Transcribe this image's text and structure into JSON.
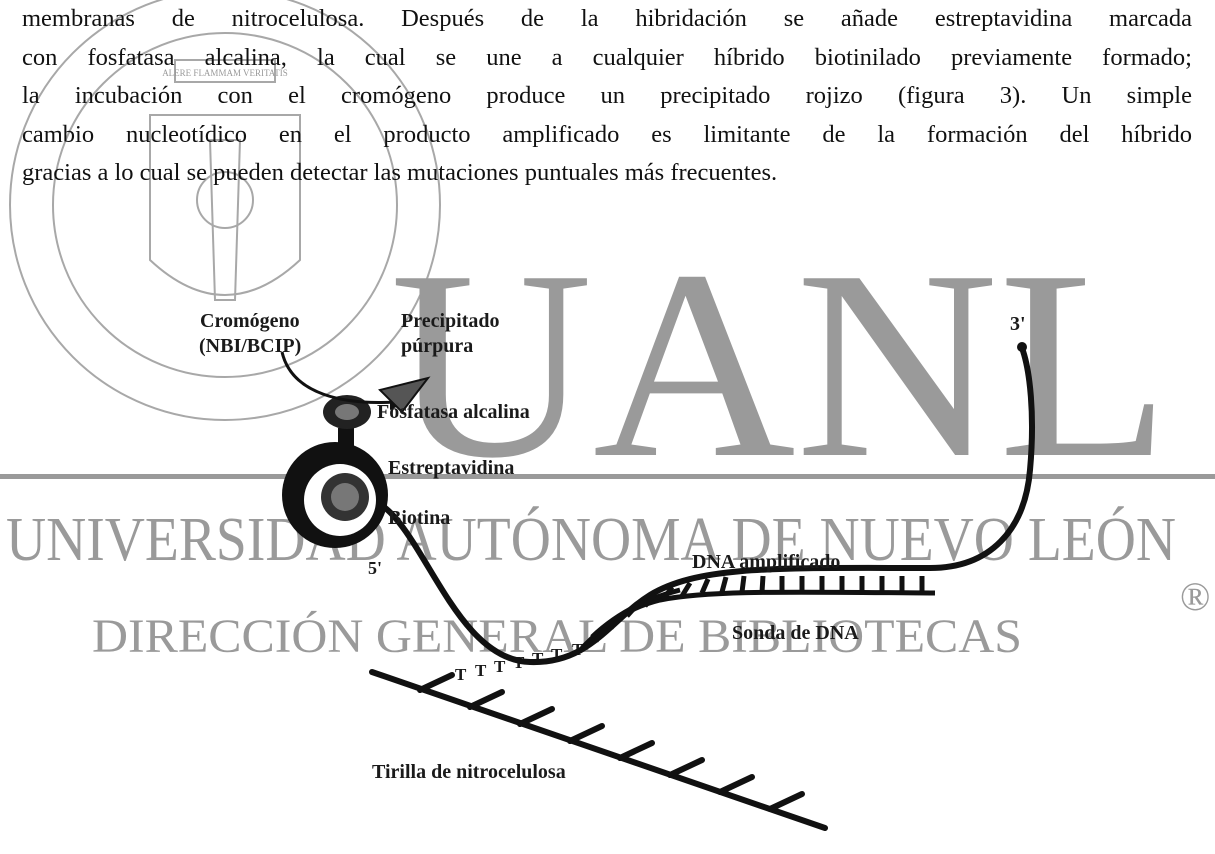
{
  "paragraph": {
    "lines": [
      "membranas de nitrocelulosa. Después de la hibridación se añade estreptavidina marcada",
      "con fosfatasa alcalina, la cual se une a cualquier híbrido biotinilado previamente formado;",
      "la incubación con el cromógeno produce un precipitado rojizo (figura 3). Un simple",
      "cambio nucleotídico en el producto amplificado es limitante de la formación del híbrido",
      "gracias a lo cual se pueden detectar las mutaciones puntuales más frecuentes."
    ]
  },
  "watermark": {
    "letters": "UANL",
    "university": "UNIVERSIDAD AUTÓNOMA DE NUEVO LEÓN",
    "direction": "DIRECCIÓN GENERAL DE BIBLIOTECAS",
    "registered": "®",
    "seal_motto": "ALERE FLAMMAM VERITATIS",
    "color": "#9a9a9a"
  },
  "figure": {
    "labels": {
      "chromogen_line1": "Cromógeno",
      "chromogen_line2": "(NBI/BCIP)",
      "precipitate_line1": "Precipitado",
      "precipitate_line2": "púrpura",
      "phosphatase": "Fosfatasa alcalina",
      "streptavidin": "Estreptavidina",
      "biotin": "Biotina",
      "five_prime": "5'",
      "three_prime": "3'",
      "amplified_dna": "DNA amplificado",
      "dna_probe": "Sonda de DNA",
      "nitrocellulose_strip": "Tirilla de nitrocelulosa",
      "t_tail": [
        "T",
        "T",
        "T",
        "T",
        "T",
        "T",
        "T"
      ]
    }
  }
}
